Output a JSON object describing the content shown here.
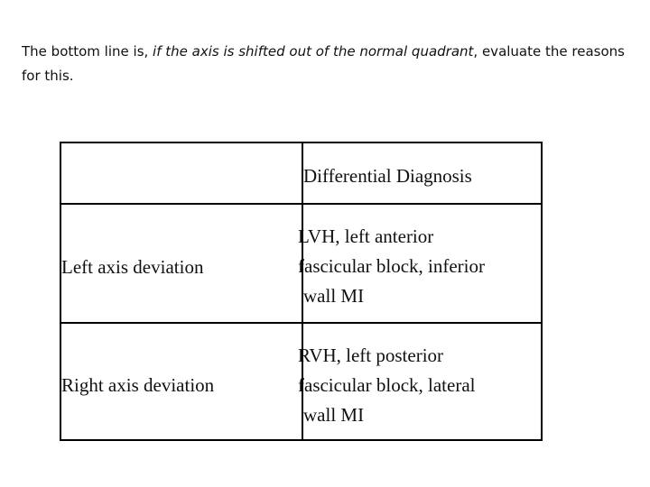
{
  "intro": {
    "part1": "The bottom line is, ",
    "emphasis": "if the axis is shifted out of the normal quadrant",
    "part2": ", evaluate the reasons for this."
  },
  "table": {
    "header": {
      "col1": "",
      "col2": "Differential Diagnosis"
    },
    "rows": [
      {
        "label": "Left axis deviation",
        "diagnosis_lines": [
          "LVH, left anterior",
          "fascicular block, inferior",
          "wall MI"
        ]
      },
      {
        "label": "Right axis deviation",
        "diagnosis_lines": [
          "RVH, left posterior",
          "fascicular block, lateral",
          "wall MI"
        ]
      }
    ]
  }
}
